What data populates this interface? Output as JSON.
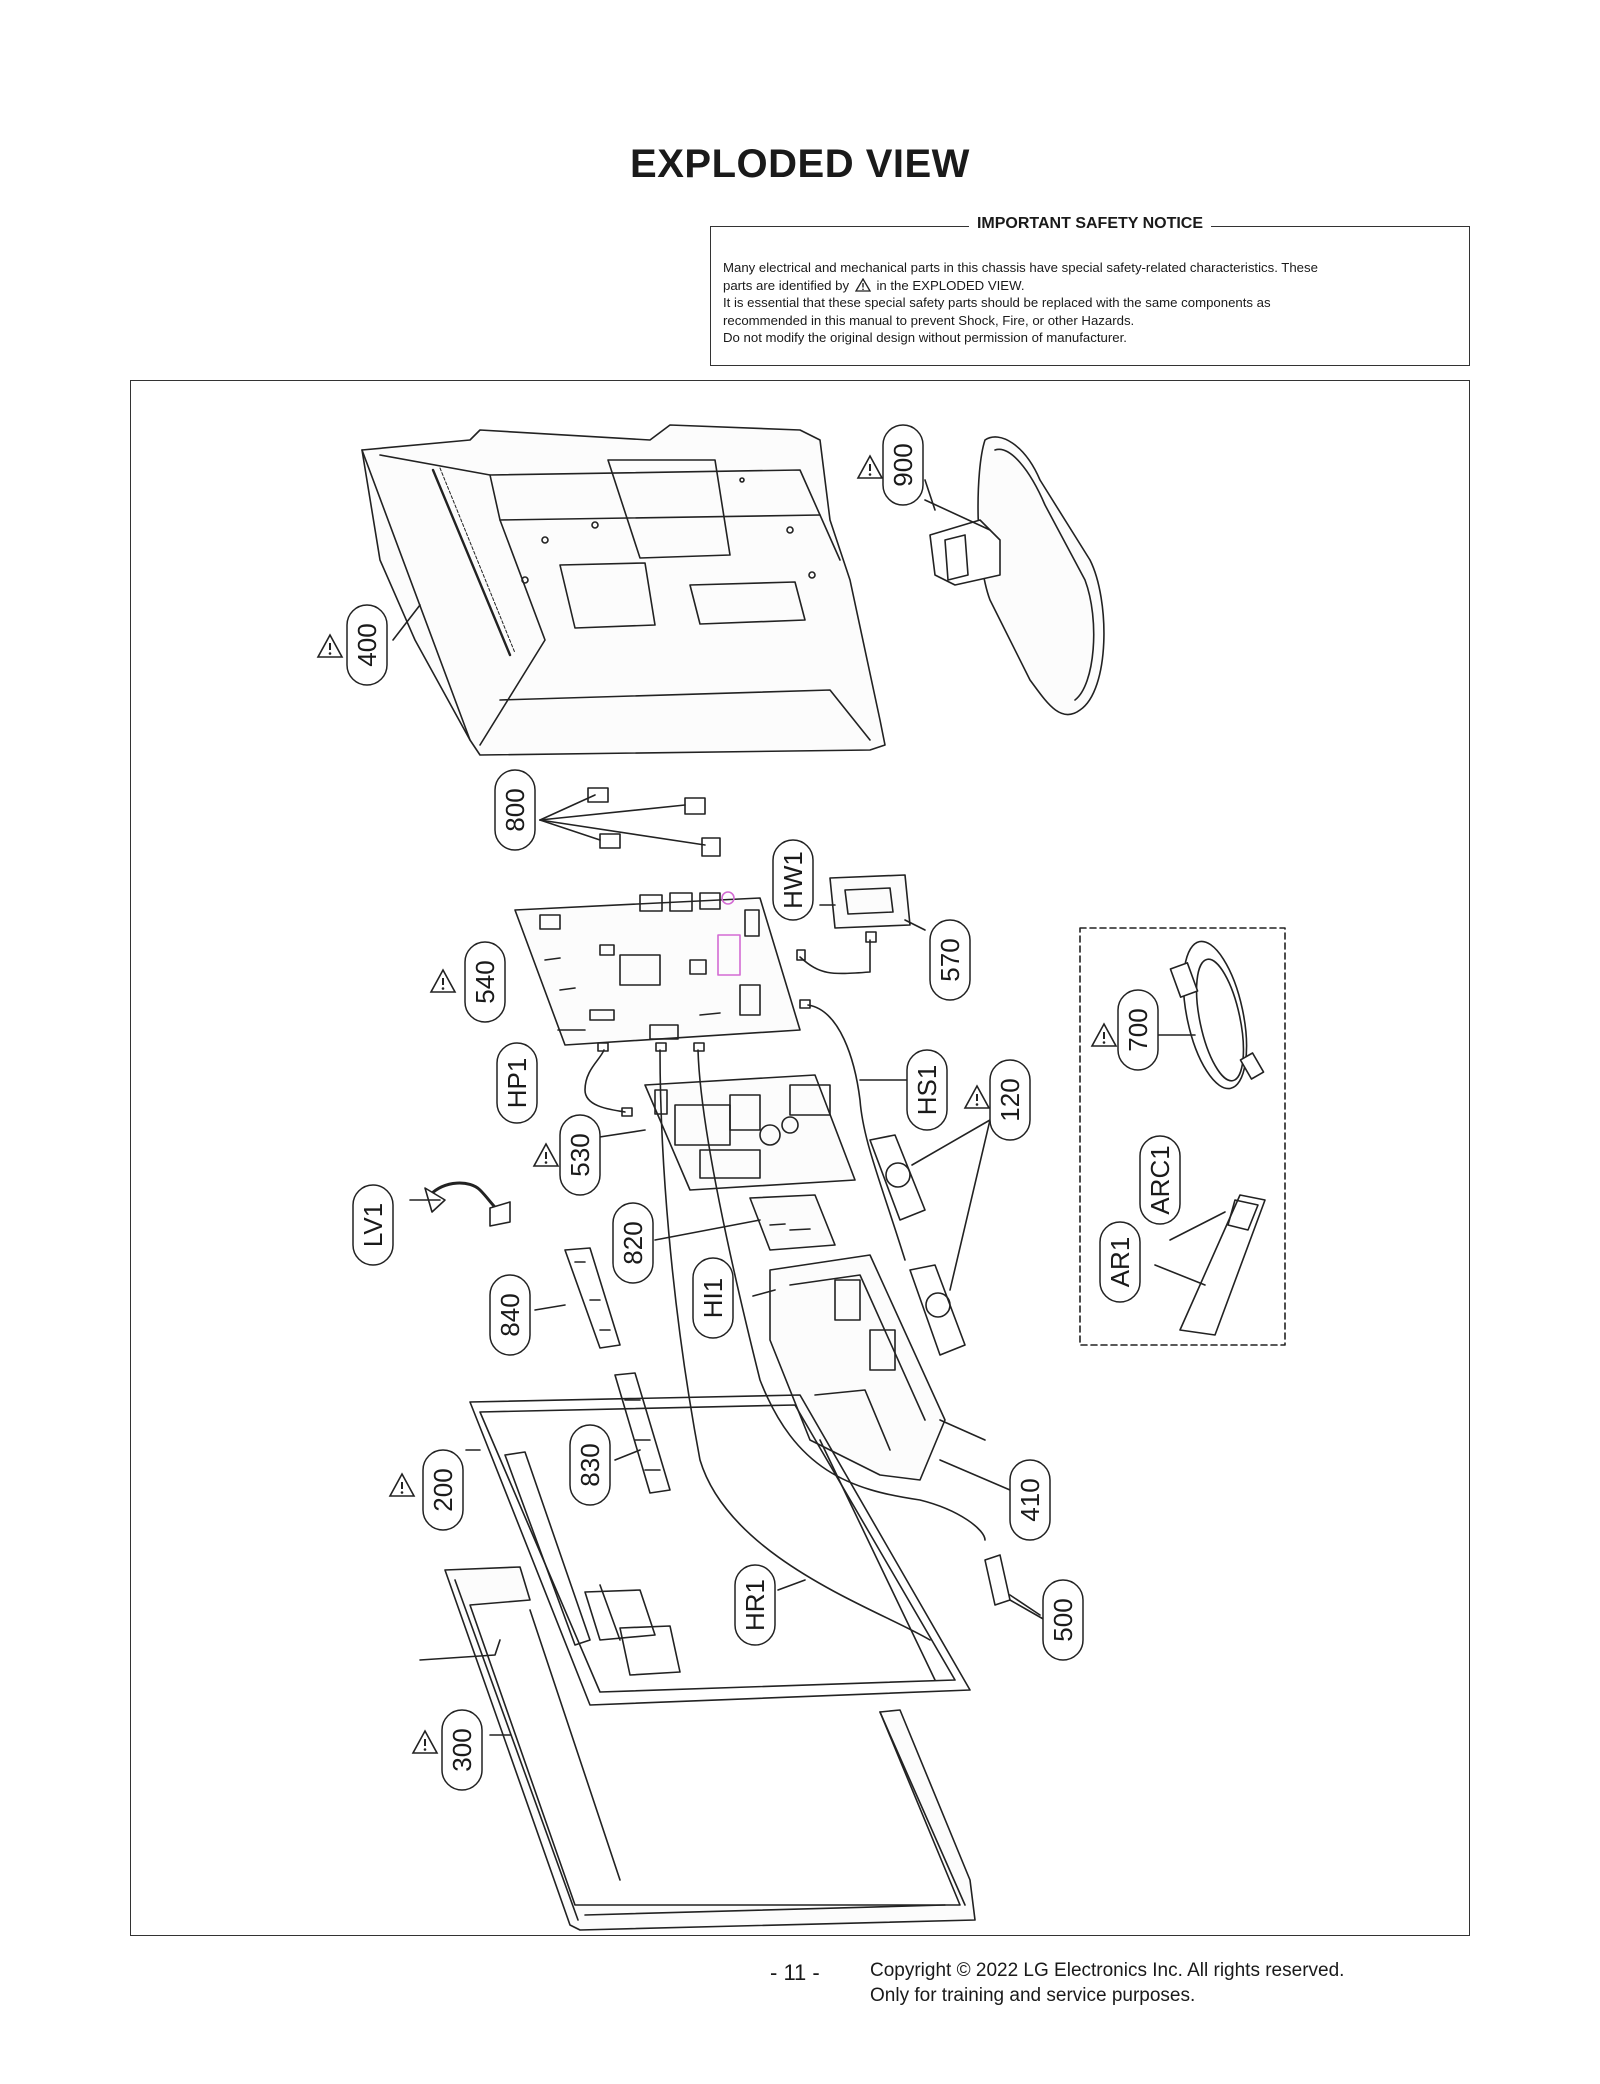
{
  "page": {
    "title": "EXPLODED VIEW",
    "page_number": "- 11 -",
    "copyright_line1": "Copyright © 2022 LG Electronics Inc. All rights reserved.",
    "copyright_line2": "Only for training and service purposes."
  },
  "safety_notice": {
    "title": "IMPORTANT SAFETY NOTICE",
    "line1a": "Many electrical and mechanical parts in this chassis have special safety-related characteristics. These",
    "line2a": "parts are identified by",
    "line2b": "in the EXPLODED VIEW.",
    "line3": "It is essential that these special safety parts should be replaced with the same components as",
    "line4": "recommended in this manual to prevent Shock, Fire, or other Hazards.",
    "line5": "Do not modify the original design without permission of manufacturer."
  },
  "callouts": {
    "c400": "400",
    "c900": "900",
    "c800": "800",
    "cHW1": "HW1",
    "c570": "570",
    "c540": "540",
    "c700": "700",
    "cHP1": "HP1",
    "cHS1": "HS1",
    "c120": "120",
    "c530": "530",
    "cARC1": "ARC1",
    "cLV1": "LV1",
    "c820": "820",
    "cAR1": "AR1",
    "c840": "840",
    "cHI1": "HI1",
    "c830": "830",
    "c200": "200",
    "c410": "410",
    "cHR1": "HR1",
    "c500": "500",
    "c300": "300"
  },
  "colors": {
    "line": "#222222",
    "highlight": "#d36bd3"
  }
}
